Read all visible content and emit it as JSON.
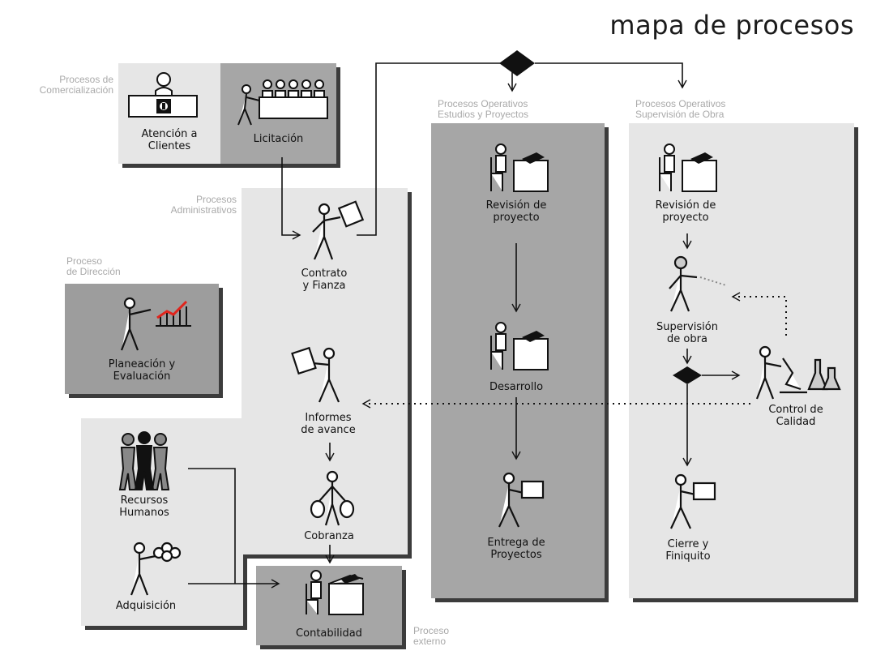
{
  "title": "mapa de procesos",
  "groups": {
    "comercializacion": "Procesos de\nComercialización",
    "administrativos": "Procesos\nAdministrativos",
    "direccion": "Proceso\nde Dirección",
    "estudios": "Procesos Operativos\nEstudios y Proyectos",
    "supervision": "Procesos Operativos\nSupervisión de Obra",
    "externo": "Proceso\nexterno"
  },
  "nodes": {
    "atencion": "Atención a\nClientes",
    "licitacion": "Licitación",
    "contrato": "Contrato\ny Fianza",
    "planeacion": "Planeación y\nEvaluación",
    "informes": "Informes\nde avance",
    "cobranza": "Cobranza",
    "recursos": "Recursos\nHumanos",
    "adquisicion": "Adquisición",
    "contabilidad": "Contabilidad",
    "revision_ep": "Revisión de\nproyecto",
    "desarrollo": "Desarrollo",
    "entrega": "Entrega de\nProyectos",
    "revision_so": "Revisión de\nproyecto",
    "supervision_obra": "Supervisión\nde obra",
    "control": "Control de\nCalidad",
    "cierre": "Cierre y\nFiniquito"
  },
  "colors": {
    "panel_light": "#e6e6e6",
    "panel_dark": "#a6a6a6",
    "panel_mid": "#9d9d9d",
    "shadow": "#3c3c3c",
    "label_gray": "#a9a9a9",
    "line": "#111111"
  },
  "icons": {
    "atencion": "clerk-at-desk-icon",
    "licitacion": "bidding-committee-icon",
    "contrato": "person-with-contract-icon",
    "planeacion": "presenter-chart-icon",
    "informes": "person-with-report-icon",
    "cobranza": "person-with-money-bags-icon",
    "recursos": "group-of-people-icon",
    "adquisicion": "person-carrying-goods-icon",
    "contabilidad": "person-at-desk-icon",
    "revision_ep": "person-at-desk-icon",
    "desarrollo": "person-at-desk-icon",
    "entrega": "person-carrying-box-icon",
    "revision_so": "person-at-desk-icon",
    "supervision_obra": "inspector-icon",
    "control": "lab-technician-icon",
    "cierre": "person-carrying-box-icon"
  }
}
